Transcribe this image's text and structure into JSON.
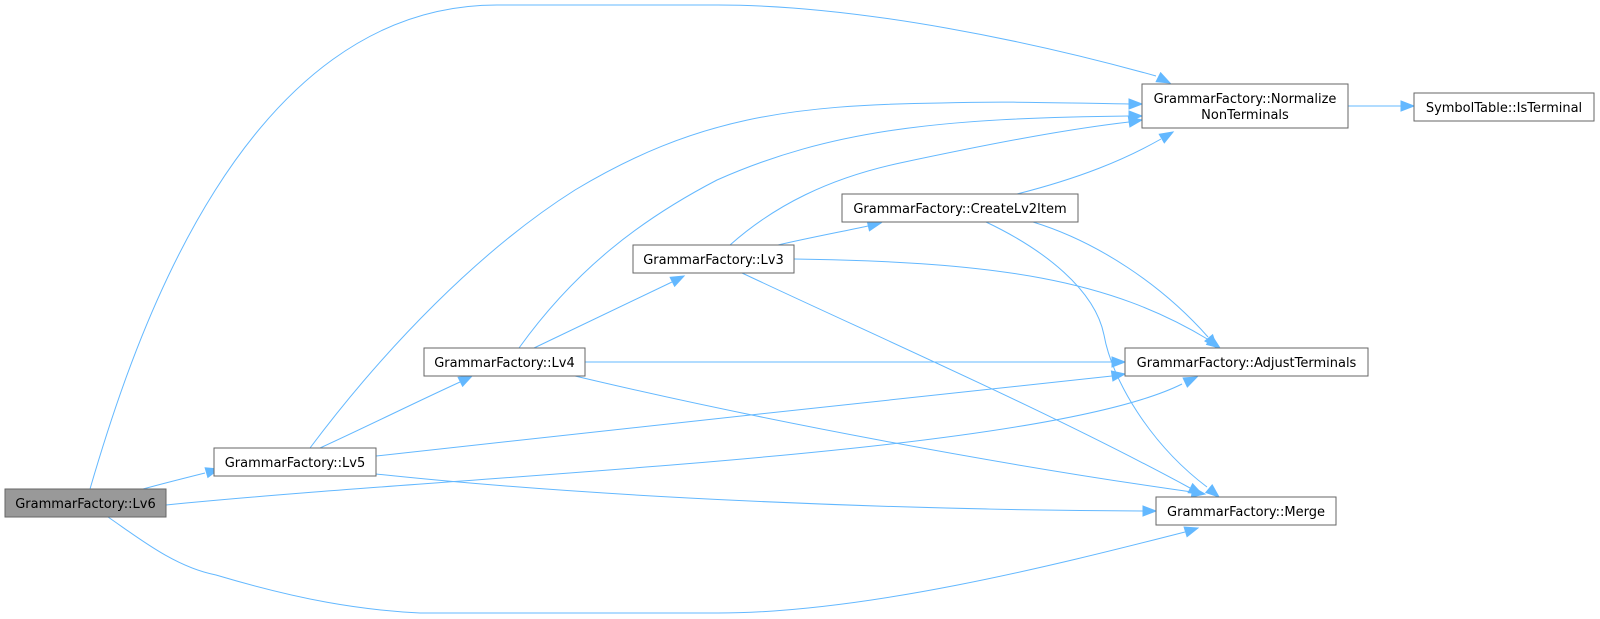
{
  "graph": {
    "edge_color": "#63b8ff",
    "root_fill": "#999999",
    "nodes": [
      {
        "id": "lv6",
        "lines": [
          "GrammarFactory::Lv6"
        ],
        "root": true
      },
      {
        "id": "lv5",
        "lines": [
          "GrammarFactory::Lv5"
        ]
      },
      {
        "id": "lv4",
        "lines": [
          "GrammarFactory::Lv4"
        ]
      },
      {
        "id": "lv3",
        "lines": [
          "GrammarFactory::Lv3"
        ]
      },
      {
        "id": "createlv2",
        "lines": [
          "GrammarFactory::CreateLv2Item"
        ]
      },
      {
        "id": "normalize",
        "lines": [
          "GrammarFactory::Normalize",
          "NonTerminals"
        ]
      },
      {
        "id": "isterminal",
        "lines": [
          "SymbolTable::IsTerminal"
        ]
      },
      {
        "id": "adjust",
        "lines": [
          "GrammarFactory::AdjustTerminals"
        ]
      },
      {
        "id": "merge",
        "lines": [
          "GrammarFactory::Merge"
        ]
      }
    ],
    "edges": [
      {
        "from": "lv6",
        "to": "normalize"
      },
      {
        "from": "lv6",
        "to": "lv5"
      },
      {
        "from": "lv6",
        "to": "adjust"
      },
      {
        "from": "lv6",
        "to": "merge"
      },
      {
        "from": "lv5",
        "to": "normalize"
      },
      {
        "from": "lv5",
        "to": "lv4"
      },
      {
        "from": "lv5",
        "to": "adjust"
      },
      {
        "from": "lv5",
        "to": "merge"
      },
      {
        "from": "lv4",
        "to": "normalize"
      },
      {
        "from": "lv4",
        "to": "lv3"
      },
      {
        "from": "lv4",
        "to": "adjust"
      },
      {
        "from": "lv4",
        "to": "merge"
      },
      {
        "from": "lv3",
        "to": "normalize"
      },
      {
        "from": "lv3",
        "to": "createlv2"
      },
      {
        "from": "lv3",
        "to": "adjust"
      },
      {
        "from": "lv3",
        "to": "merge"
      },
      {
        "from": "createlv2",
        "to": "normalize"
      },
      {
        "from": "createlv2",
        "to": "adjust"
      },
      {
        "from": "createlv2",
        "to": "merge"
      },
      {
        "from": "normalize",
        "to": "isterminal"
      }
    ]
  }
}
